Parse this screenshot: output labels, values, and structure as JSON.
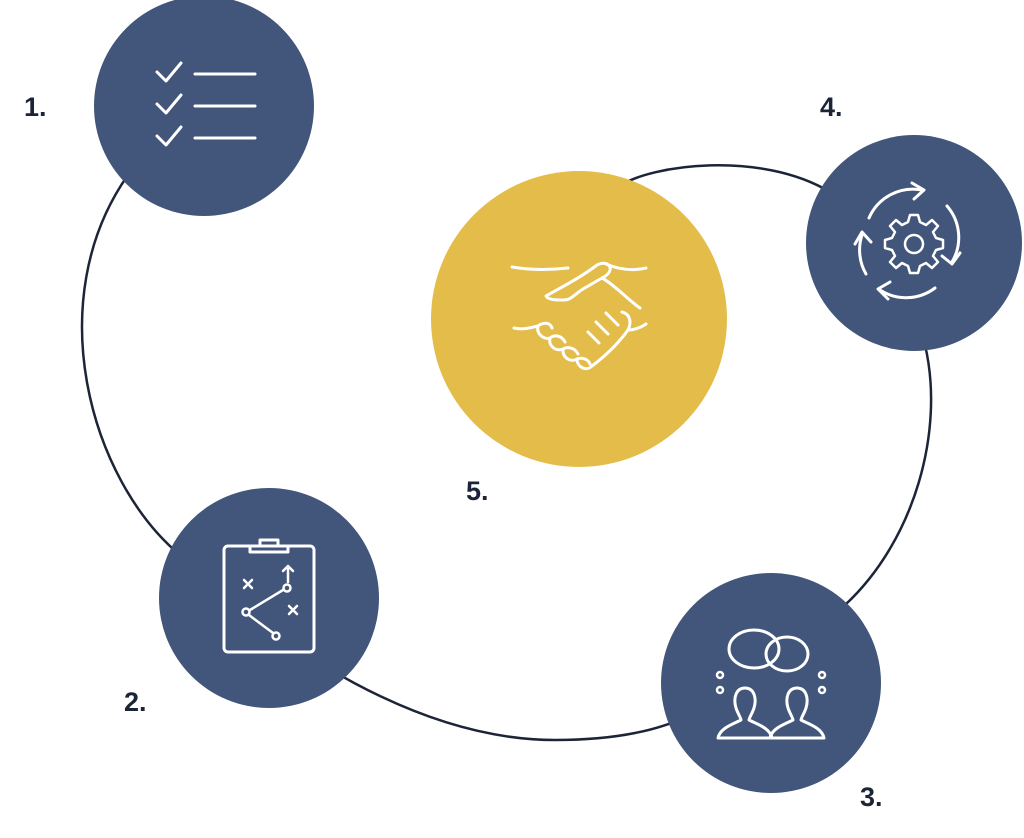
{
  "colors": {
    "node_primary": "#42557a",
    "node_highlight": "#e4bc4a",
    "connector": "#1c2538",
    "icon": "#ffffff",
    "label": "#1c2538"
  },
  "steps": [
    {
      "label": "1.",
      "icon": "checklist-icon"
    },
    {
      "label": "2.",
      "icon": "strategy-clipboard-icon"
    },
    {
      "label": "3.",
      "icon": "discussion-people-icon"
    },
    {
      "label": "4.",
      "icon": "gear-cycle-icon"
    },
    {
      "label": "5.",
      "icon": "handshake-icon"
    }
  ]
}
